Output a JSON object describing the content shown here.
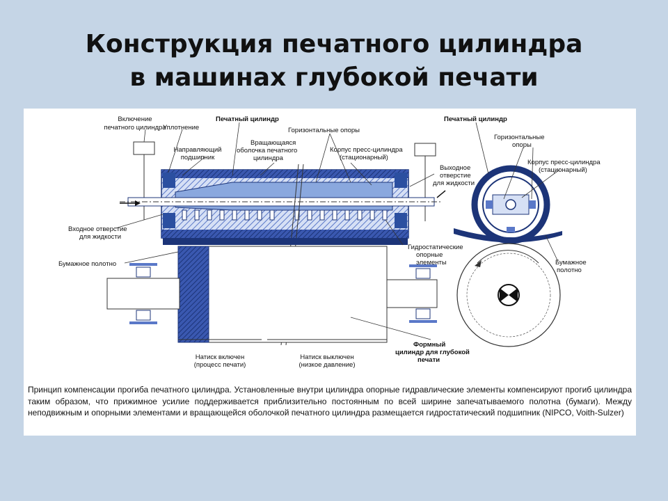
{
  "slide": {
    "title_line1": "Конструкция печатного цилиндра",
    "title_line2": "в машинах глубокой печати"
  },
  "diagram": {
    "labels": {
      "vkl_line1": "Включение",
      "vkl_line2": "печатного цилиндра",
      "uplotnenie": "Уплотнение",
      "napr_line1": "Направляющий",
      "napr_line2": "подшипник",
      "pech_cyl": "Печатный цилиндр",
      "vrash_line1": "Вращающаяся",
      "vrash_line2": "оболочка печатного",
      "vrash_line3": "цилиндра",
      "gor_opory": "Горизонтальные опоры",
      "korpus_line1": "Корпус пресс-цилиндра",
      "korpus_line2": "(стационарный)",
      "vyh_line1": "Выходное",
      "vyh_line2": "отверстие",
      "vyh_line3": "для жидкости",
      "vhod_line1": "Входное отверстие",
      "vhod_line2": "для жидкости",
      "gidro_line1": "Гидростатические",
      "gidro_line2": "опорные",
      "gidro_line3": "элементы",
      "bum_polotno": "Бумажное полотно",
      "forma_line1": "Формный",
      "forma_line2": "цилиндр для глубокой",
      "forma_line3": "печати",
      "natisk_on_line1": "Натиск включен",
      "natisk_on_line2": "(процесс печати)",
      "natisk_off_line1": "Натиск выключен",
      "natisk_off_line2": "(низкое давление)",
      "r_pech_cyl": "Печатный цилиндр",
      "r_gor_line1": "Горизонтальные",
      "r_gor_line2": "опоры",
      "r_korpus_line1": "Корпус пресс-цилиндра",
      "r_korpus_line2": "(стационарный)",
      "r_bum_line1": "Бумажное",
      "r_bum_line2": "полотно"
    },
    "caption": "Принцип компенсации прогиба печатного цилиндра. Установленные внутри цилиндра опорные гидравлические элементы компенсируют прогиб цилиндра таким образом, что прижимное усилие поддерживается приблизительно постоянным по всей ширине запечатываемого полотна (бумаги). Между неподвижным и опорными элементами и вращающейся оболочкой печатного цилиндра размещается гидростатический подшипник (NIPCO, Voith-Sulzer)"
  },
  "colors": {
    "background": "#c5d5e6",
    "accent_blue": "#2b4fa0",
    "hatch_blue": "#5a78c8",
    "light_blue": "#8aa8de"
  }
}
